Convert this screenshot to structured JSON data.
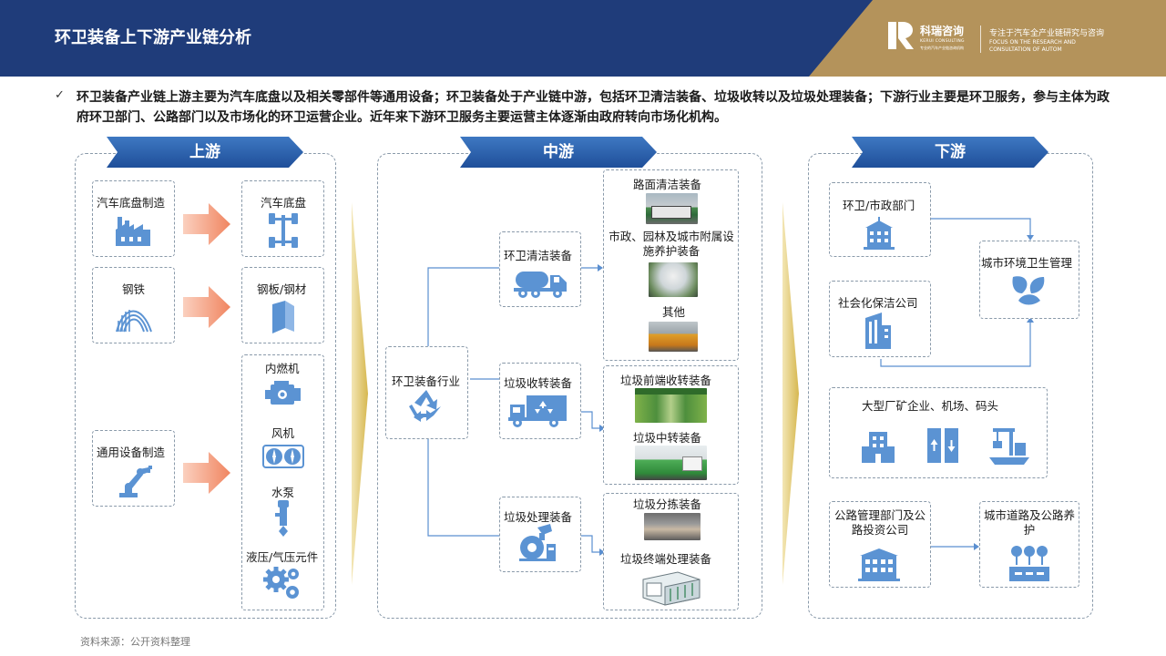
{
  "header": {
    "title": "环卫装备上下游产业链分析",
    "brand_name": "科瑞咨询",
    "brand_en": "KERUI CONSULTING",
    "brand_small": "专业的汽车产业链咨询机构",
    "tagline": "专注于汽车全产业链研究与咨询",
    "tagline_en": "FOCUS ON THE RESEARCH AND CONSULTATION OF AUTOM",
    "colors": {
      "navy": "#1f3c7a",
      "gold": "#b4935b"
    }
  },
  "intro": {
    "bullet_icon": "check-icon",
    "text": "环卫装备产业链上游主要为汽车底盘以及相关零部件等通用设备；环卫装备处于产业链中游，包括环卫清洁装备、垃圾收转以及垃圾处理装备；下游行业主要是环卫服务，参与主体为政府环卫部门、公路部门以及市场化的环卫运营企业。近年来下游环卫服务主要运营主体逐渐由政府转向市场化机构。"
  },
  "upstream": {
    "banner": "上游",
    "rows": [
      {
        "source": "汽车底盘制造",
        "source_icon": "factory-icon",
        "target": "汽车底盘",
        "target_icon": "chassis-icon"
      },
      {
        "source": "钢铁",
        "source_icon": "steel-icon",
        "target": "钢板/钢材",
        "target_icon": "steel-plate-icon"
      },
      {
        "source": "通用设备制造",
        "source_icon": "robot-arm-icon",
        "targets": [
          {
            "label": "内燃机",
            "icon": "engine-icon"
          },
          {
            "label": "风机",
            "icon": "fan-icon"
          },
          {
            "label": "水泵",
            "icon": "pump-icon"
          },
          {
            "label": "液压/气压元件",
            "icon": "gears-icon"
          }
        ]
      }
    ]
  },
  "midstream": {
    "banner": "中游",
    "root": {
      "label": "环卫装备行业",
      "icon": "recycle-icon"
    },
    "branches": [
      {
        "label": "环卫清洁装备",
        "icon": "tanker-truck-icon",
        "items": [
          "路面清洁装备",
          "市政、园林及城市附属设施养护装备",
          "其他"
        ]
      },
      {
        "label": "垃圾收转装备",
        "icon": "garbage-truck-icon",
        "items": [
          "垃圾前端收转装备",
          "垃圾中转装备"
        ]
      },
      {
        "label": "垃圾处理装备",
        "icon": "processing-machine-icon",
        "items": [
          "垃圾分拣装备",
          "垃圾终端处理装备"
        ]
      }
    ]
  },
  "downstream": {
    "banner": "下游",
    "nodes": {
      "sanitation_dept": {
        "label": "环卫/市政部门",
        "icon": "government-building-icon"
      },
      "cleaning_company": {
        "label": "社会化保洁公司",
        "icon": "office-tower-icon"
      },
      "urban_management": {
        "label": "城市环境卫生管理",
        "icon": "leaves-icon"
      },
      "large_enterprises": {
        "label": "大型厂矿企业、机场、码头",
        "icons": [
          "factory-building-icon",
          "elevator-icon",
          "port-crane-icon"
        ]
      },
      "highway_dept": {
        "label": "公路管理部门及公路投资公司",
        "icon": "highway-office-icon"
      },
      "road_maintenance": {
        "label": "城市道路及公路养护",
        "icon": "road-maintenance-icon"
      }
    }
  },
  "footer": {
    "source": "资料来源：公开资料整理"
  }
}
